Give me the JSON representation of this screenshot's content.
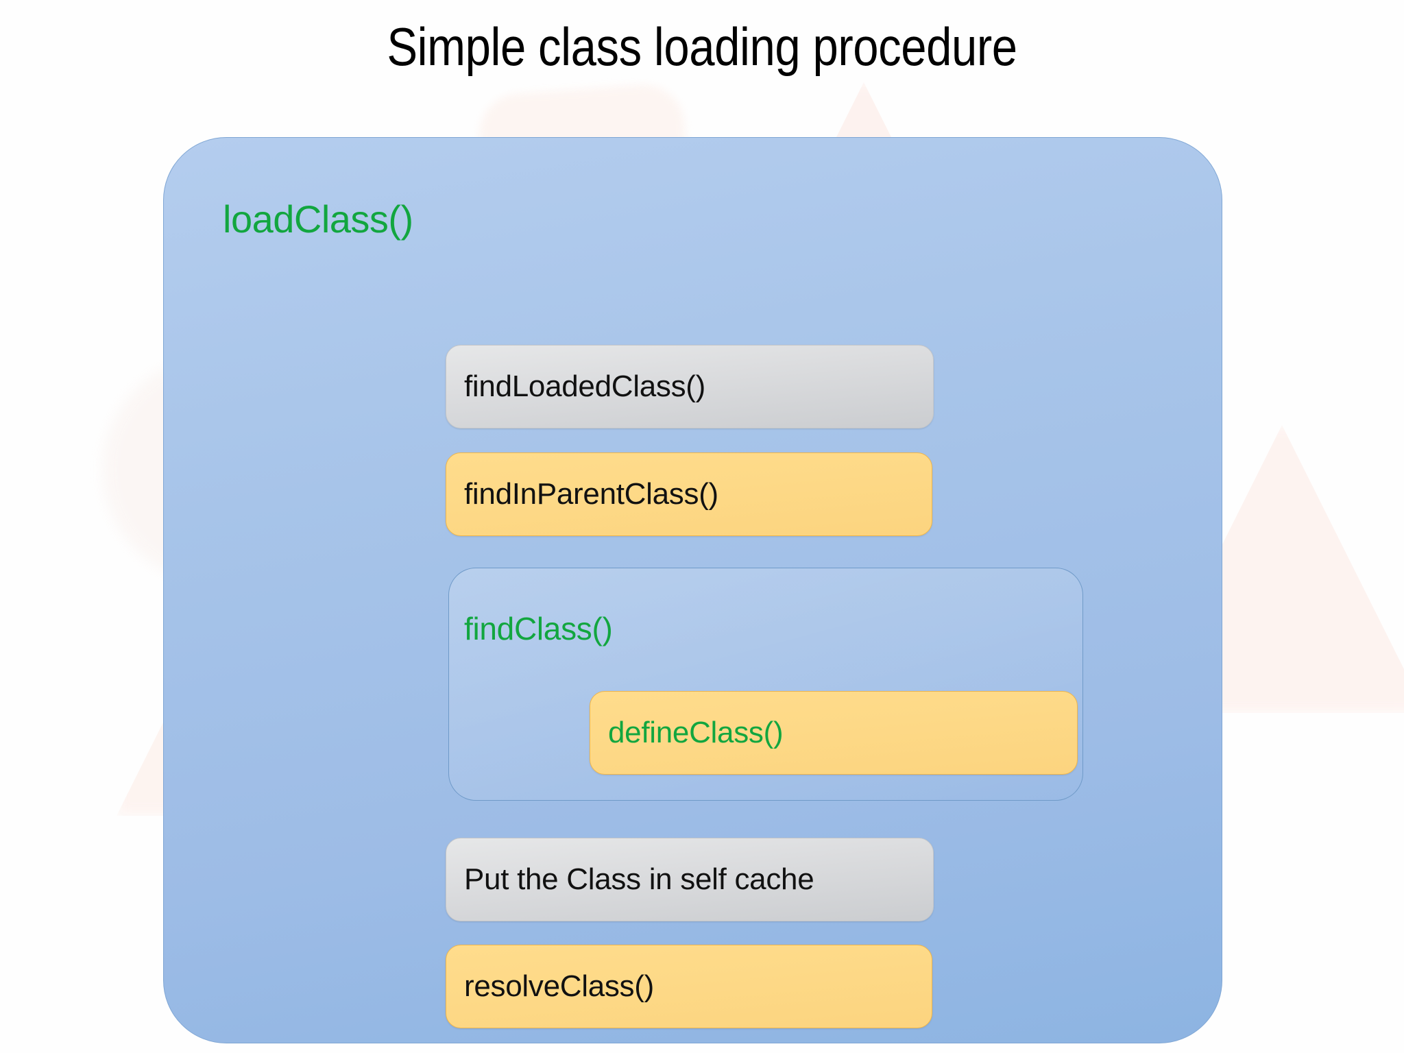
{
  "title": "Simple class loading procedure",
  "colors": {
    "accent_green": "#12a63f",
    "panel_blue": "#a7c4e9",
    "panel_border_blue": "#7fa6d4",
    "step_gray": "#dcdddf",
    "step_yellow": "#fdd987",
    "step_yellow_border": "#f0b64a",
    "text_black": "#111111",
    "background": "#ffffff"
  },
  "diagram_data": {
    "type": "nested-block-diagram",
    "root": {
      "label": "loadClass()",
      "style": "container-blue",
      "label_color": "#12a63f",
      "children": [
        {
          "label": "findLoadedClass()",
          "style": "gray",
          "text_color": "#111111"
        },
        {
          "label": "findInParentClass()",
          "style": "yellow",
          "text_color": "#111111"
        },
        {
          "label": "findClass()",
          "style": "nested-panel",
          "label_color": "#12a63f",
          "children": [
            {
              "label": "defineClass()",
              "style": "yellow",
              "text_color": "#12a63f"
            }
          ]
        },
        {
          "label": "Put the Class in self cache",
          "style": "gray",
          "text_color": "#111111"
        },
        {
          "label": "resolveClass()",
          "style": "yellow",
          "text_color": "#111111"
        }
      ]
    }
  },
  "steps": {
    "find_loaded_class": "findLoadedClass()",
    "find_in_parent_class": "findInParentClass()",
    "find_class": "findClass()",
    "define_class": "defineClass()",
    "put_in_cache": "Put the Class in self cache",
    "resolve_class": "resolveClass()",
    "load_class": "loadClass()"
  }
}
